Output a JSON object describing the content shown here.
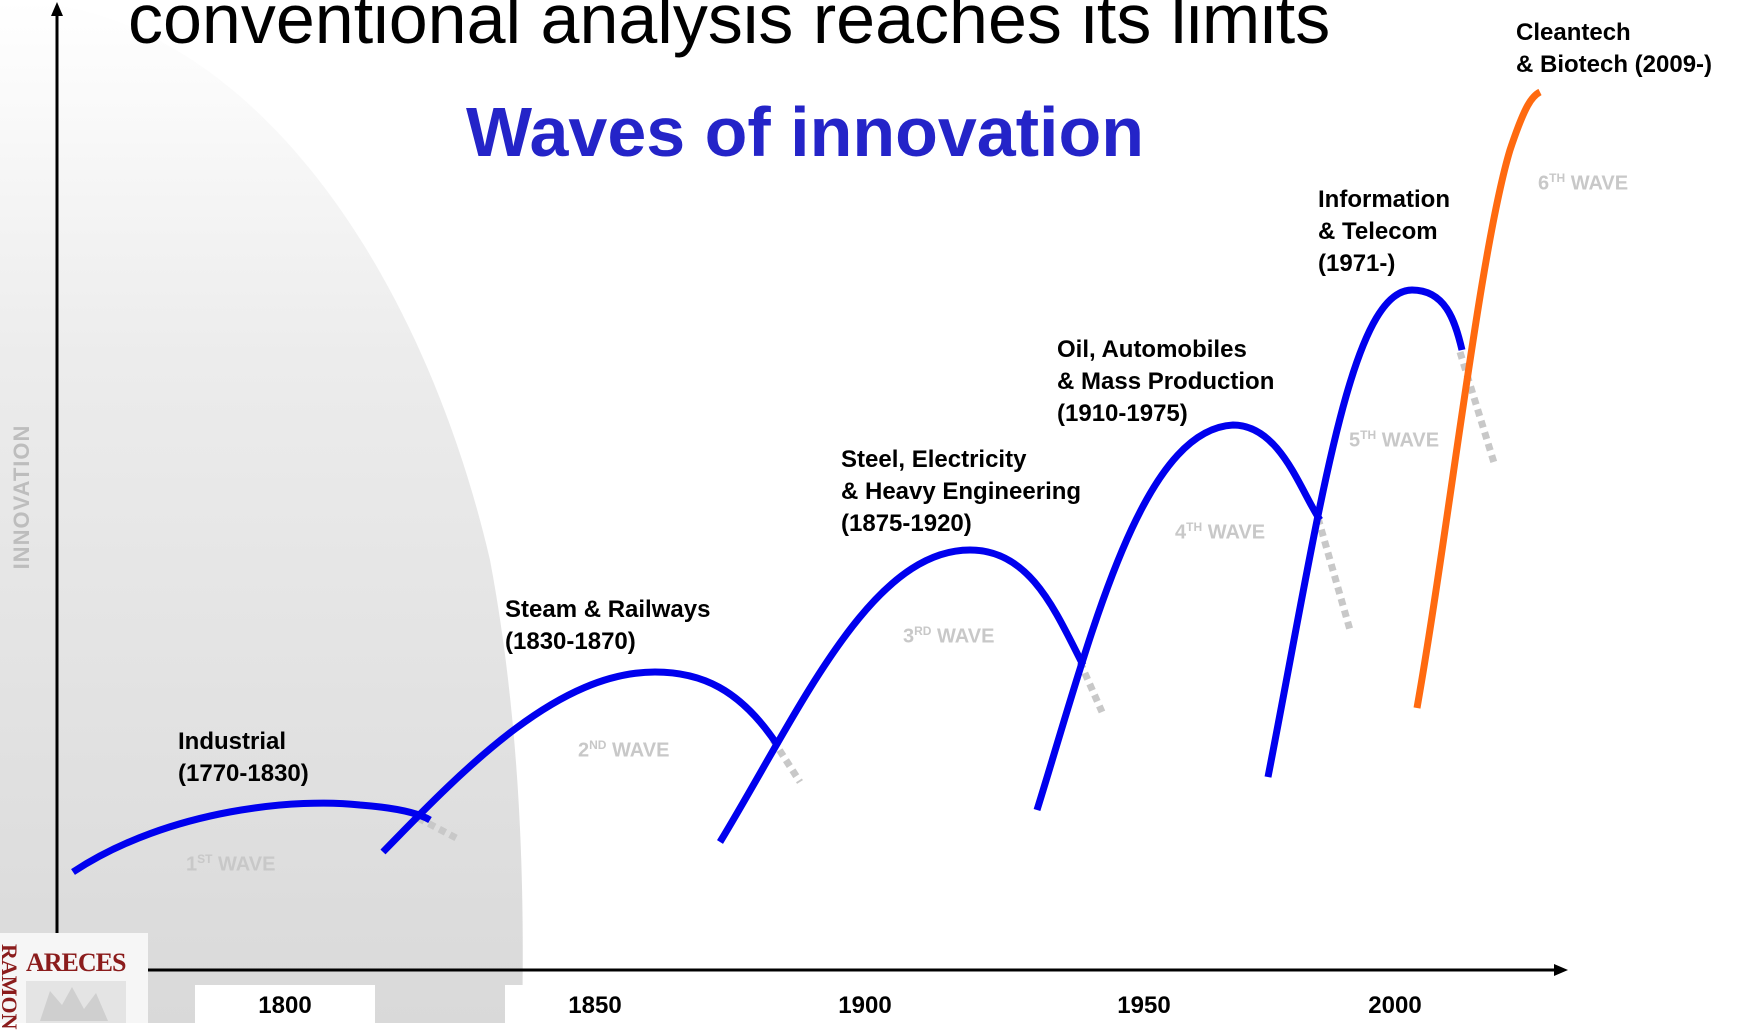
{
  "headline": "conventional analysis reaches its limits",
  "title": "Waves of innovation",
  "y_axis_label": "INNOVATION",
  "logo": {
    "text": "ARECES",
    "side_text": "RAMON"
  },
  "colors": {
    "title": "#2424c8",
    "wave": "#0000ee",
    "sixth_wave": "#ff6a10",
    "wave_tag": "#c8c8c8",
    "decline": "#c8c8c8"
  },
  "x_axis_years": [
    "1800",
    "1850",
    "1900",
    "1950",
    "2000"
  ],
  "waves": [
    {
      "name_lines": [
        "Industrial",
        "(1770-1830)"
      ],
      "ord_num": "1",
      "ord_suffix": "ST",
      "tag": "WAVE",
      "color": "blue"
    },
    {
      "name_lines": [
        "Steam & Railways",
        "(1830-1870)"
      ],
      "ord_num": "2",
      "ord_suffix": "ND",
      "tag": "WAVE",
      "color": "blue"
    },
    {
      "name_lines": [
        "Steel, Electricity",
        "& Heavy Engineering",
        "(1875-1920)"
      ],
      "ord_num": "3",
      "ord_suffix": "RD",
      "tag": "WAVE",
      "color": "blue"
    },
    {
      "name_lines": [
        "Oil, Automobiles",
        "& Mass Production",
        "(1910-1975)"
      ],
      "ord_num": "4",
      "ord_suffix": "TH",
      "tag": "WAVE",
      "color": "blue"
    },
    {
      "name_lines": [
        "Information",
        "& Telecom",
        "(1971-)"
      ],
      "ord_num": "5",
      "ord_suffix": "TH",
      "tag": "WAVE",
      "color": "blue"
    },
    {
      "name_lines": [
        "Cleantech",
        "& Biotech (2009-)"
      ],
      "ord_num": "6",
      "ord_suffix": "TH",
      "tag": "WAVE",
      "color": "orange"
    }
  ]
}
